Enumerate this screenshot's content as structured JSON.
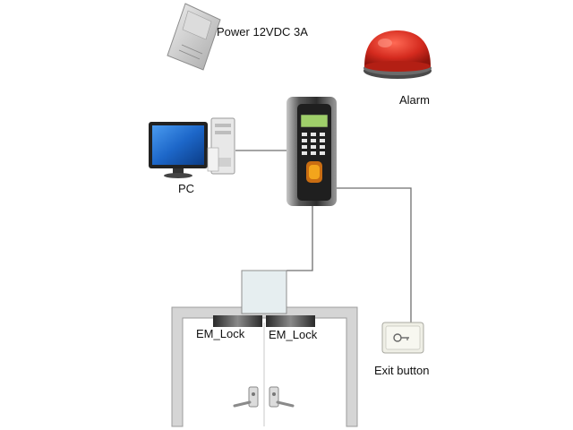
{
  "labels": {
    "power": "Power 12VDC 3A",
    "alarm": "Alarm",
    "pc": "PC",
    "exit_button": "Exit button",
    "em_lock_left": "EM_Lock",
    "em_lock_right": "EM_Lock"
  },
  "colors": {
    "wire": "#6f6f6f",
    "alarm_red": "#d42a1e",
    "door_frame": "#d5d5d5",
    "monitor_blue": "#1d67c9",
    "terminal_body": "#3a3a3a"
  }
}
